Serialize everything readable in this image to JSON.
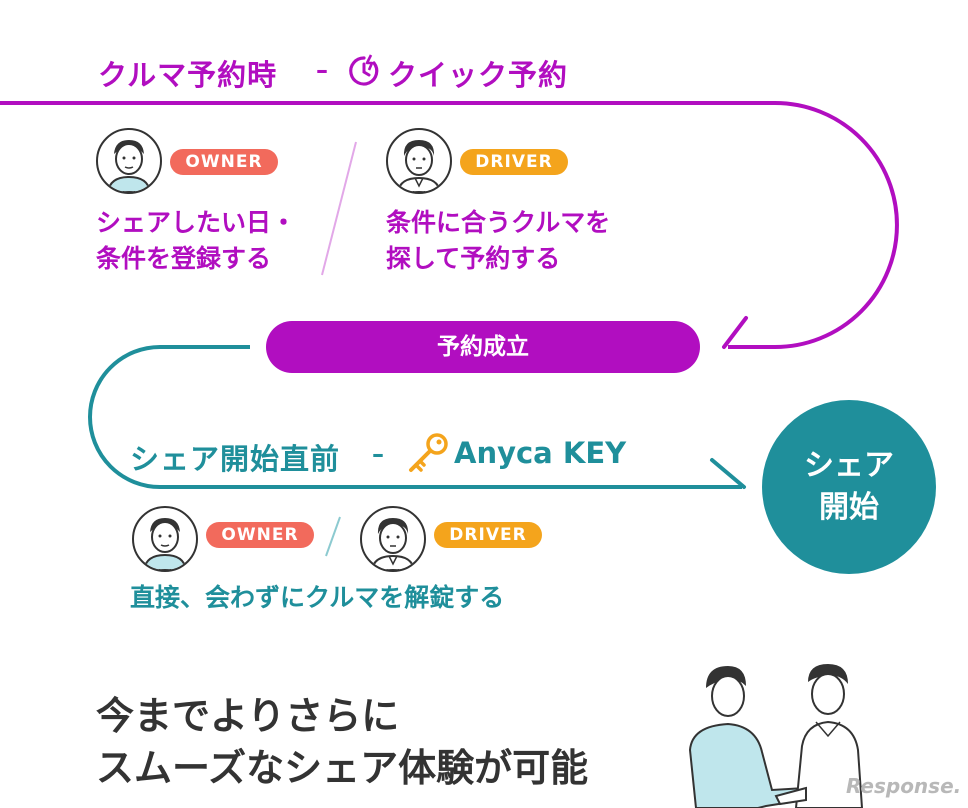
{
  "booking": {
    "heading": "クルマ予約時",
    "separator": "–",
    "feature": "クイック予約",
    "feature_icon": "clock-lightning-icon",
    "owner_badge": "OWNER",
    "driver_badge": "DRIVER",
    "owner_text_line1": "シェアしたい日・",
    "owner_text_line2": "条件を登録する",
    "driver_text_line1": "条件に合うクルマを",
    "driver_text_line2": "探して予約する",
    "color": "#b10ec0"
  },
  "reservation": {
    "label": "予約成立"
  },
  "pre_share": {
    "heading": "シェア開始直前",
    "separator": "–",
    "feature": "Anyca KEY",
    "feature_icon": "key-icon",
    "owner_badge": "OWNER",
    "driver_badge": "DRIVER",
    "text": "直接、会わずにクルマを解錠する",
    "color": "#1f8f9b"
  },
  "share_start": {
    "line1": "シェア",
    "line2": "開始"
  },
  "tagline": {
    "line1": "今までよりさらに",
    "line2": "スムーズなシェア体験が可能"
  },
  "watermark": "Response."
}
